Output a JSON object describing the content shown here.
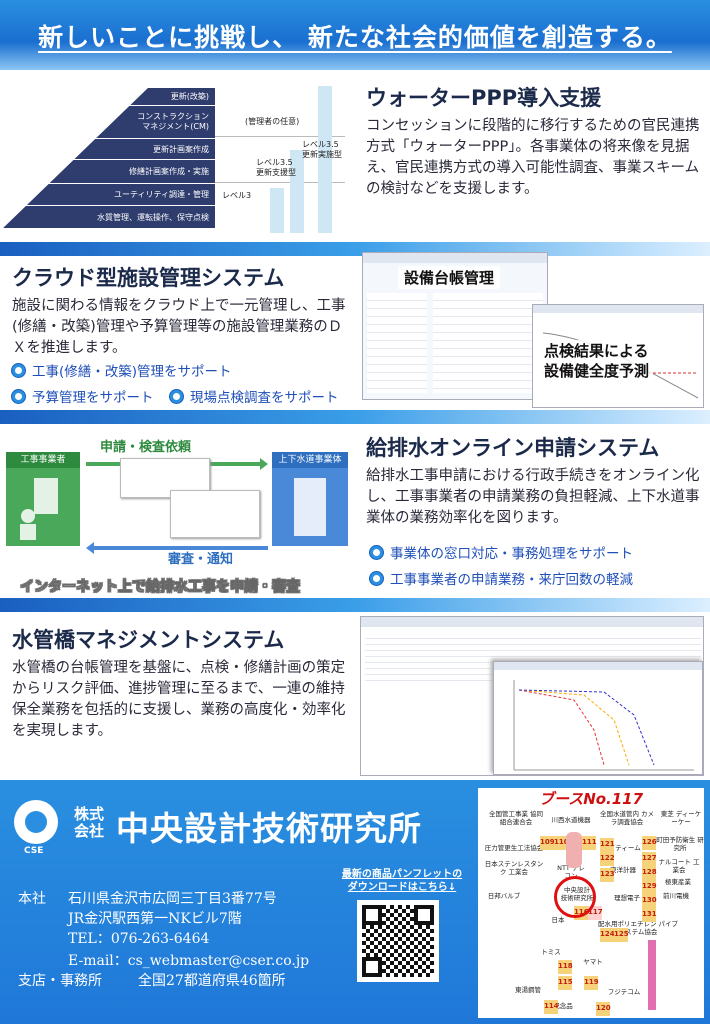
{
  "header": {
    "title": "新しいことに挑戦し、 新たな社会的価値を創造する。"
  },
  "ppp": {
    "title": "ウォーターPPP導入支援",
    "body": "コンセッションに段階的に移行するための官民連携方式「ウォーターPPP」。各事業体の将来像を見据え、官民連携方式の導入可能性調査、事業スキームの検討などを支援します。",
    "pyramid": [
      "更新(改築)",
      "コンストラクション\nマネジメント(CM)",
      "更新計画案作成",
      "修繕計画案作成・実施",
      "ユーティリティ調達・管理",
      "水質管理、運転操作、保守点検"
    ],
    "notes": {
      "option": "(管理者の任意)",
      "level3": "レベル3",
      "level35a": "レベル3.5\n更新支援型",
      "level35b": "レベル3.5\n更新実施型"
    }
  },
  "cloud": {
    "title": "クラウド型施設管理システム",
    "body": "施設に関わる情報をクラウド上で一元管理し、工事(修繕・改築)管理や予算管理等の施設管理業務のＤＸを推進します。",
    "bullets": [
      "工事(修繕・改築)管理をサポート",
      "予算管理をサポート",
      "現場点検調査をサポート"
    ],
    "shot1_label": "設備台帳管理",
    "shot2_label": "点検結果による\n設備健全度予測"
  },
  "online": {
    "title": "給排水オンライン申請システム",
    "body": "給排水工事申請における行政手続きをオンライン化し、工事事業者の申請業務の負担軽減、上下水道事業体の業務効率化を図ります。",
    "bullets": [
      "事業体の窓口対応・事務処理をサポート",
      "工事事業者の申請業務・来庁回数の軽減"
    ],
    "diagram": {
      "left": "工事事業者",
      "right": "上下水道事業体",
      "top": "申請・検査依頼",
      "bottom": "審査・通知",
      "caption": "インターネット上で給排水工事を申請・審査"
    }
  },
  "bridge": {
    "title": "水管橋マネジメントシステム",
    "body": "水管橋の台帳管理を基盤に、点検・修繕計画の策定からリスク評価、進捗管理に至るまで、一連の維持保全業務を包括的に支援し、業務の高度化・効率化を実現します。"
  },
  "company": {
    "logo_text": "CSE",
    "kabushiki": "株式\n会社",
    "name": "中央設計技術研究所",
    "hq_label": "本社",
    "hq_address": "石川県金沢市広岡三丁目3番77号",
    "hq_building": "JR金沢駅西第一NKビル7階",
    "tel": "TEL：076-263-6464",
    "email": "E-mail：cs_webmaster@cser.co.jp",
    "branch_label": "支店・事務所",
    "branch_value": "全国27都道府県46箇所",
    "pamphlet": "最新の商品パンフレットの\nダウンロードはこちら↓"
  },
  "booth": {
    "title": "ブースNo.117",
    "labels": [
      "全国管工事業\n協同組合連合会",
      "川西水道機器",
      "全国水道管内\nカメラ調査協会",
      "東芝\nディーケーケー",
      "圧力管更生工法協会",
      "ティーム",
      "町田予防衛生\n研究所",
      "日本ステンレスタンク\n工業会",
      "NTT\nテレコン",
      "東洋計器",
      "ナルコート\n工業会",
      "極東産業",
      "日邦バルブ",
      "中央設計\n技術研究所",
      "理想電子",
      "前川電機",
      "日本",
      "配水用ポリエチレン\nパイプシステム協会",
      "トミス",
      "ヤマト",
      "フジテコム",
      "東湯鋼管",
      "記念品"
    ],
    "numbers": [
      "109",
      "110",
      "111",
      "121",
      "122",
      "123",
      "126",
      "127",
      "128",
      "129",
      "130",
      "131",
      "116",
      "117",
      "124",
      "125",
      "118",
      "119",
      "115",
      "114",
      "120"
    ]
  }
}
